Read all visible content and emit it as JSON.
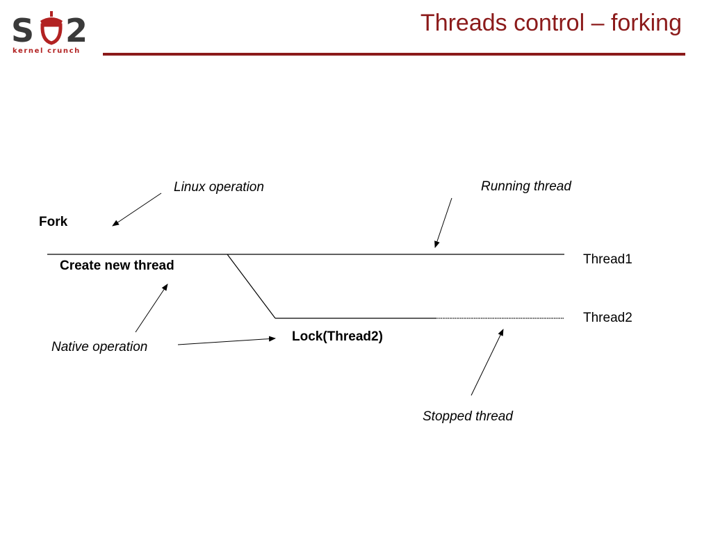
{
  "logo": {
    "text": "so2",
    "tagline": "kernel crunch",
    "brand_color": "#b22222"
  },
  "slide": {
    "title": "Threads control – forking",
    "accent_color": "#8b1a1a"
  },
  "diagram": {
    "labels": {
      "linux_operation": "Linux operation",
      "fork": "Fork",
      "create_new_thread": "Create new thread",
      "native_operation": "Native operation",
      "lock_thread2": "Lock(Thread2)",
      "running_thread": "Running thread",
      "stopped_thread": "Stopped thread",
      "thread1": "Thread1",
      "thread2": "Thread2"
    },
    "line_color": "#000000"
  }
}
